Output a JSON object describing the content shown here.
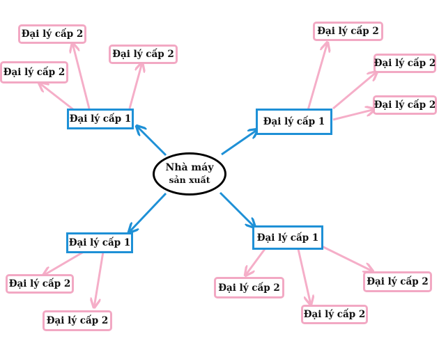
{
  "colors": {
    "level1_border": "#1e90d6",
    "level2_border": "#f2a8c3",
    "center_border": "#000000",
    "level1_arrow": "#1e90d6",
    "level2_arrow": "#f5aec8"
  },
  "center": {
    "line1": "Nhà máy",
    "line2": "sản xuất"
  },
  "level1": [
    {
      "id": "tl",
      "label": "Đại lý cấp 1"
    },
    {
      "id": "tr",
      "label": "Đại lý cấp 1"
    },
    {
      "id": "bl",
      "label": "Đại lý cấp 1"
    },
    {
      "id": "br",
      "label": "Đại lý cấp 1"
    }
  ],
  "level2": [
    {
      "id": "tl-1",
      "label": "Đại lý cấp 2"
    },
    {
      "id": "tl-2",
      "label": "Đại lý cấp 2"
    },
    {
      "id": "tl-3",
      "label": "Đại lý cấp 2"
    },
    {
      "id": "tr-1",
      "label": "Đại lý cấp 2"
    },
    {
      "id": "tr-2",
      "label": "Đại lý cấp 2"
    },
    {
      "id": "tr-3",
      "label": "Đại lý cấp 2"
    },
    {
      "id": "bl-1",
      "label": "Đại lý cấp 2"
    },
    {
      "id": "bl-2",
      "label": "Đại lý cấp 2"
    },
    {
      "id": "br-1",
      "label": "Đại lý cấp 2"
    },
    {
      "id": "br-2",
      "label": "Đại lý cấp 2"
    },
    {
      "id": "br-3",
      "label": "Đại lý cấp 2"
    }
  ]
}
